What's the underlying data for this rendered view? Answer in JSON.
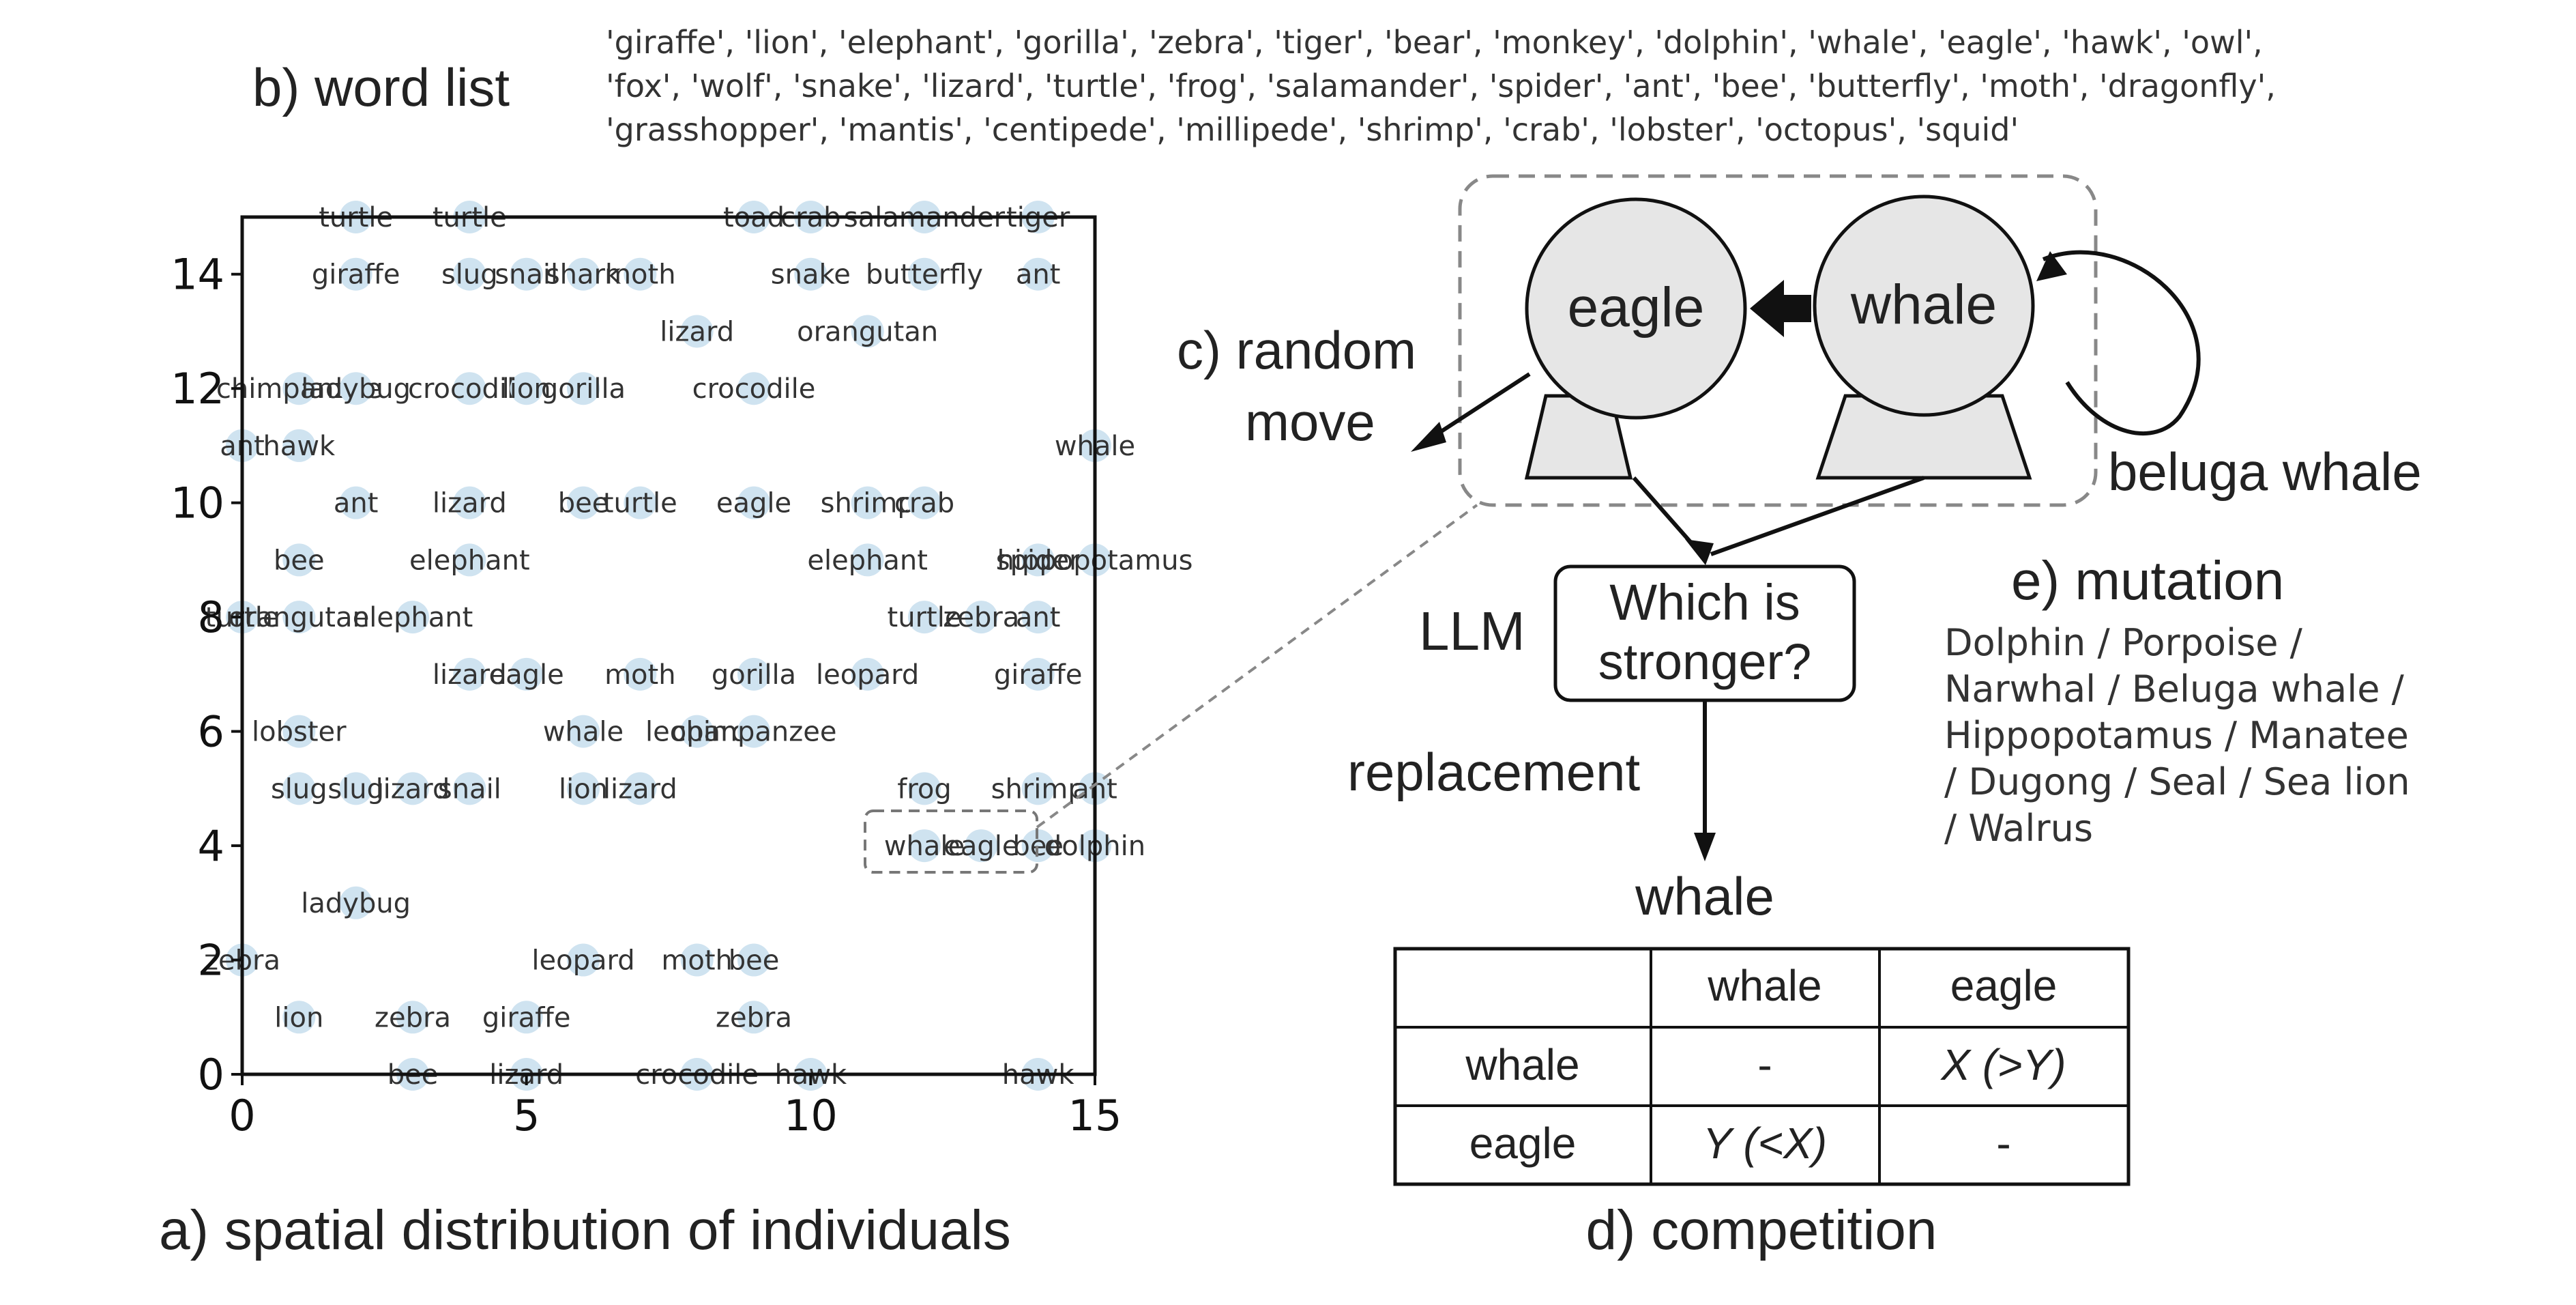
{
  "word_list": {
    "heading": "b) word list",
    "lines": [
      "'giraffe', 'lion', 'elephant', 'gorilla', 'zebra', 'tiger', 'bear', 'monkey', 'dolphin', 'whale', 'eagle', 'hawk', 'owl',",
      "'fox', 'wolf', 'snake', 'lizard', 'turtle', 'frog', 'salamander', 'spider', 'ant', 'bee', 'butterfly', 'moth', 'dragonfly',",
      "'grasshopper', 'mantis', 'centipede', 'millipede', 'shrimp', 'crab', 'lobster', 'octopus', 'squid'"
    ]
  },
  "scatter_caption": "a) spatial distribution of individuals",
  "chart_data": {
    "type": "scatter",
    "xlim": [
      0,
      15
    ],
    "ylim": [
      0,
      15
    ],
    "xticks": [
      "0",
      "5",
      "10",
      "15"
    ],
    "yticks": [
      "0",
      "2",
      "4",
      "6",
      "8",
      "10",
      "12",
      "14"
    ],
    "grid": false,
    "points": [
      {
        "x": 2,
        "y": 15,
        "label": "turtle"
      },
      {
        "x": 4,
        "y": 15,
        "label": "turtle"
      },
      {
        "x": 9,
        "y": 15,
        "label": "toad"
      },
      {
        "x": 10,
        "y": 15,
        "label": "crab"
      },
      {
        "x": 12,
        "y": 15,
        "label": "salamander"
      },
      {
        "x": 14,
        "y": 15,
        "label": "tiger"
      },
      {
        "x": 2,
        "y": 14,
        "label": "giraffe"
      },
      {
        "x": 4,
        "y": 14,
        "label": "slug"
      },
      {
        "x": 5,
        "y": 14,
        "label": "snail"
      },
      {
        "x": 6,
        "y": 14,
        "label": "shark"
      },
      {
        "x": 7,
        "y": 14,
        "label": "moth"
      },
      {
        "x": 10,
        "y": 14,
        "label": "snake"
      },
      {
        "x": 12,
        "y": 14,
        "label": "butterfly"
      },
      {
        "x": 14,
        "y": 14,
        "label": "ant"
      },
      {
        "x": 8,
        "y": 13,
        "label": "lizard"
      },
      {
        "x": 11,
        "y": 13,
        "label": "orangutan"
      },
      {
        "x": 1,
        "y": 12,
        "label": "chimpanzee"
      },
      {
        "x": 2,
        "y": 12,
        "label": "ladybug"
      },
      {
        "x": 4,
        "y": 12,
        "label": "crocodile"
      },
      {
        "x": 5,
        "y": 12,
        "label": "lion"
      },
      {
        "x": 6,
        "y": 12,
        "label": "gorilla"
      },
      {
        "x": 9,
        "y": 12,
        "label": "crocodile"
      },
      {
        "x": 0,
        "y": 11,
        "label": "ant"
      },
      {
        "x": 1,
        "y": 11,
        "label": "hawk"
      },
      {
        "x": 15,
        "y": 11,
        "label": "whale"
      },
      {
        "x": 2,
        "y": 10,
        "label": "ant"
      },
      {
        "x": 4,
        "y": 10,
        "label": "lizard"
      },
      {
        "x": 6,
        "y": 10,
        "label": "bee"
      },
      {
        "x": 7,
        "y": 10,
        "label": "turtle"
      },
      {
        "x": 9,
        "y": 10,
        "label": "eagle"
      },
      {
        "x": 11,
        "y": 10,
        "label": "shrimp"
      },
      {
        "x": 12,
        "y": 10,
        "label": "crab"
      },
      {
        "x": 1,
        "y": 9,
        "label": "bee"
      },
      {
        "x": 4,
        "y": 9,
        "label": "elephant"
      },
      {
        "x": 11,
        "y": 9,
        "label": "elephant"
      },
      {
        "x": 14,
        "y": 9,
        "label": "spider"
      },
      {
        "x": 15,
        "y": 9,
        "label": "hippopotamus"
      },
      {
        "x": 0,
        "y": 8,
        "label": "turtle"
      },
      {
        "x": 1,
        "y": 8,
        "label": "orangutan"
      },
      {
        "x": 3,
        "y": 8,
        "label": "elephant"
      },
      {
        "x": 12,
        "y": 8,
        "label": "turtle"
      },
      {
        "x": 13,
        "y": 8,
        "label": "zebra"
      },
      {
        "x": 14,
        "y": 8,
        "label": "ant"
      },
      {
        "x": 4,
        "y": 7,
        "label": "lizard"
      },
      {
        "x": 5,
        "y": 7,
        "label": "eagle"
      },
      {
        "x": 7,
        "y": 7,
        "label": "moth"
      },
      {
        "x": 9,
        "y": 7,
        "label": "gorilla"
      },
      {
        "x": 11,
        "y": 7,
        "label": "leopard"
      },
      {
        "x": 14,
        "y": 7,
        "label": "giraffe"
      },
      {
        "x": 1,
        "y": 6,
        "label": "lobster"
      },
      {
        "x": 6,
        "y": 6,
        "label": "whale"
      },
      {
        "x": 8,
        "y": 6,
        "label": "leopard"
      },
      {
        "x": 9,
        "y": 6,
        "label": "chimpanzee"
      },
      {
        "x": 1,
        "y": 5,
        "label": "slug"
      },
      {
        "x": 2,
        "y": 5,
        "label": "slug"
      },
      {
        "x": 3,
        "y": 5,
        "label": "lizard"
      },
      {
        "x": 4,
        "y": 5,
        "label": "snail"
      },
      {
        "x": 6,
        "y": 5,
        "label": "lion"
      },
      {
        "x": 7,
        "y": 5,
        "label": "lizard"
      },
      {
        "x": 12,
        "y": 5,
        "label": "frog"
      },
      {
        "x": 14,
        "y": 5,
        "label": "shrimp"
      },
      {
        "x": 15,
        "y": 5,
        "label": "ant"
      },
      {
        "x": 12,
        "y": 4,
        "label": "whale"
      },
      {
        "x": 13,
        "y": 4,
        "label": "eagle"
      },
      {
        "x": 14,
        "y": 4,
        "label": "bee"
      },
      {
        "x": 15,
        "y": 4,
        "label": "dolphin"
      },
      {
        "x": 2,
        "y": 3,
        "label": "ladybug"
      },
      {
        "x": 0,
        "y": 2,
        "label": "zebra"
      },
      {
        "x": 6,
        "y": 2,
        "label": "leopard"
      },
      {
        "x": 8,
        "y": 2,
        "label": "moth"
      },
      {
        "x": 9,
        "y": 2,
        "label": "bee"
      },
      {
        "x": 1,
        "y": 1,
        "label": "lion"
      },
      {
        "x": 3,
        "y": 1,
        "label": "zebra"
      },
      {
        "x": 5,
        "y": 1,
        "label": "giraffe"
      },
      {
        "x": 9,
        "y": 1,
        "label": "zebra"
      },
      {
        "x": 3,
        "y": 0,
        "label": "bee"
      },
      {
        "x": 5,
        "y": 0,
        "label": "lizard"
      },
      {
        "x": 8,
        "y": 0,
        "label": "crocodile"
      },
      {
        "x": 10,
        "y": 0,
        "label": "hawk"
      },
      {
        "x": 14,
        "y": 0,
        "label": "hawk"
      }
    ]
  },
  "agents": {
    "left": "eagle",
    "right": "whale",
    "random_move_line1": "c) random",
    "random_move_line2": "move",
    "mutation_word": "beluga whale"
  },
  "llm": {
    "label": "LLM",
    "question_line1": "Which is",
    "question_line2": "stronger?",
    "replacement_label": "replacement",
    "winner": "whale"
  },
  "mutation": {
    "heading": "e) mutation",
    "lines": [
      "Dolphin / Porpoise /",
      "Narwhal / Beluga whale /",
      "Hippopotamus / Manatee",
      "/ Dugong / Seal / Sea lion",
      "/ Walrus"
    ]
  },
  "competition": {
    "caption": "d) competition",
    "header": [
      "",
      "whale",
      "eagle"
    ],
    "rows": [
      [
        "whale",
        "-",
        "X (>Y)"
      ],
      [
        "eagle",
        "Y (<X)",
        "-"
      ]
    ]
  }
}
